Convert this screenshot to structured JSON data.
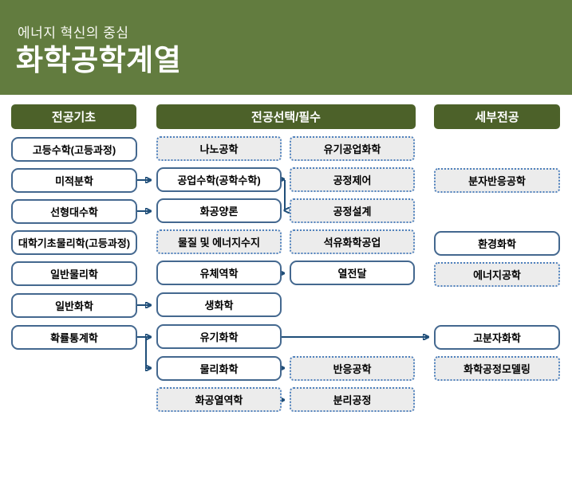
{
  "banner": {
    "subtitle": "에너지 혁신의 중심",
    "title": "화학공학계열"
  },
  "column_headers": {
    "basics": "전공기초",
    "electives": "전공선택/필수",
    "specialties": "세부전공"
  },
  "courses": {
    "basics": [
      "고등수학(고등과정)",
      "미적분학",
      "선형대수학",
      "대학기초물리학(고등과정)",
      "일반물리학",
      "일반화학",
      "확률통계학"
    ],
    "electives_left": [
      "나노공학",
      "공업수학(공학수학)",
      "화공양론",
      "물질 및 에너지수지",
      "유체역학",
      "생화학",
      "유기화학",
      "물리화학",
      "화공열역학"
    ],
    "electives_right": [
      "유기공업화학",
      "공정제어",
      "공정설계",
      "석유화학공업",
      "열전달",
      "반응공학",
      "분리공정"
    ],
    "specialties": [
      "분자반응공학",
      "환경화학",
      "에너지공학",
      "고분자화학",
      "화학공정모델링"
    ]
  },
  "connections": [
    {
      "from": "미적분학",
      "to": "공업수학(공학수학)"
    },
    {
      "from": "선형대수학",
      "to": "화공양론"
    },
    {
      "from": "일반화학",
      "to": "생화학"
    },
    {
      "from": "확률통계학",
      "to": "유기화학"
    },
    {
      "from": "확률통계학",
      "to": "물리화학"
    },
    {
      "from": "공업수학(공학수학)",
      "to": "공정제어"
    },
    {
      "from": "공업수학(공학수학)",
      "to": "공정설계"
    },
    {
      "from": "유체역학",
      "to": "열전달"
    },
    {
      "from": "유기화학",
      "to": "고분자화학"
    },
    {
      "from": "물리화학",
      "to": "반응공학"
    },
    {
      "from": "화공열역학",
      "to": "분리공정"
    }
  ],
  "colors": {
    "banner_green": "#627C3F",
    "header_green": "#4C6129",
    "solid_box_border": "#44688F",
    "dashed_box_border": "#4F81BD",
    "dashed_box_bg": "#ECECEC",
    "arrow": "#1F4E79",
    "text": "#000000"
  }
}
